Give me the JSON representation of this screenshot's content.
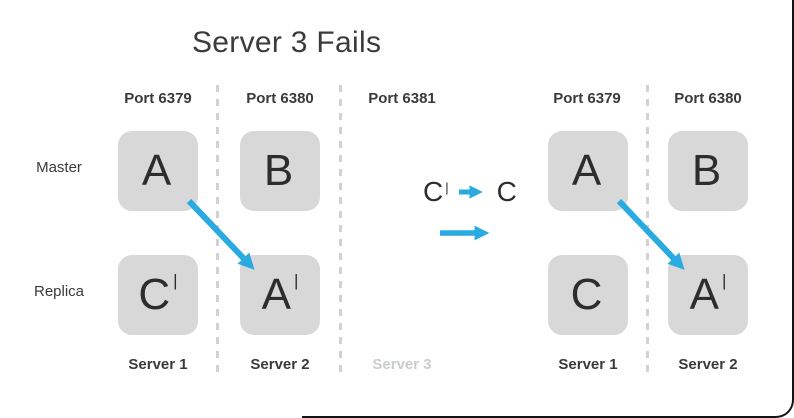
{
  "title": "Server 3 Fails",
  "colors": {
    "arrow": "#29abe2",
    "box_fill": "#d8d8d8",
    "text": "#3a3a3a",
    "muted_text": "#c9ccce",
    "dashed_line": "#d2d2d2",
    "frame_border": "#141414"
  },
  "rows": {
    "master_label": "Master",
    "replica_label": "Replica"
  },
  "left_diagram": {
    "ports": [
      "Port 6379",
      "Port 6380",
      "Port 6381"
    ],
    "servers": [
      "Server 1",
      "Server 2",
      "Server 3"
    ],
    "nodes": {
      "master_a": {
        "letter": "A",
        "prime": ""
      },
      "master_b": {
        "letter": "B",
        "prime": ""
      },
      "replica_c": {
        "letter": "C",
        "prime": "|"
      },
      "replica_a": {
        "letter": "A",
        "prime": "|"
      }
    }
  },
  "transition": {
    "from_letter": "C",
    "from_prime": "|",
    "to_letter": "C"
  },
  "right_diagram": {
    "ports": [
      "Port 6379",
      "Port 6380"
    ],
    "servers": [
      "Server 1",
      "Server 2"
    ],
    "nodes": {
      "master_a": {
        "letter": "A",
        "prime": ""
      },
      "master_b": {
        "letter": "B",
        "prime": ""
      },
      "replica_c": {
        "letter": "C",
        "prime": ""
      },
      "replica_a": {
        "letter": "A",
        "prime": "|"
      }
    }
  }
}
